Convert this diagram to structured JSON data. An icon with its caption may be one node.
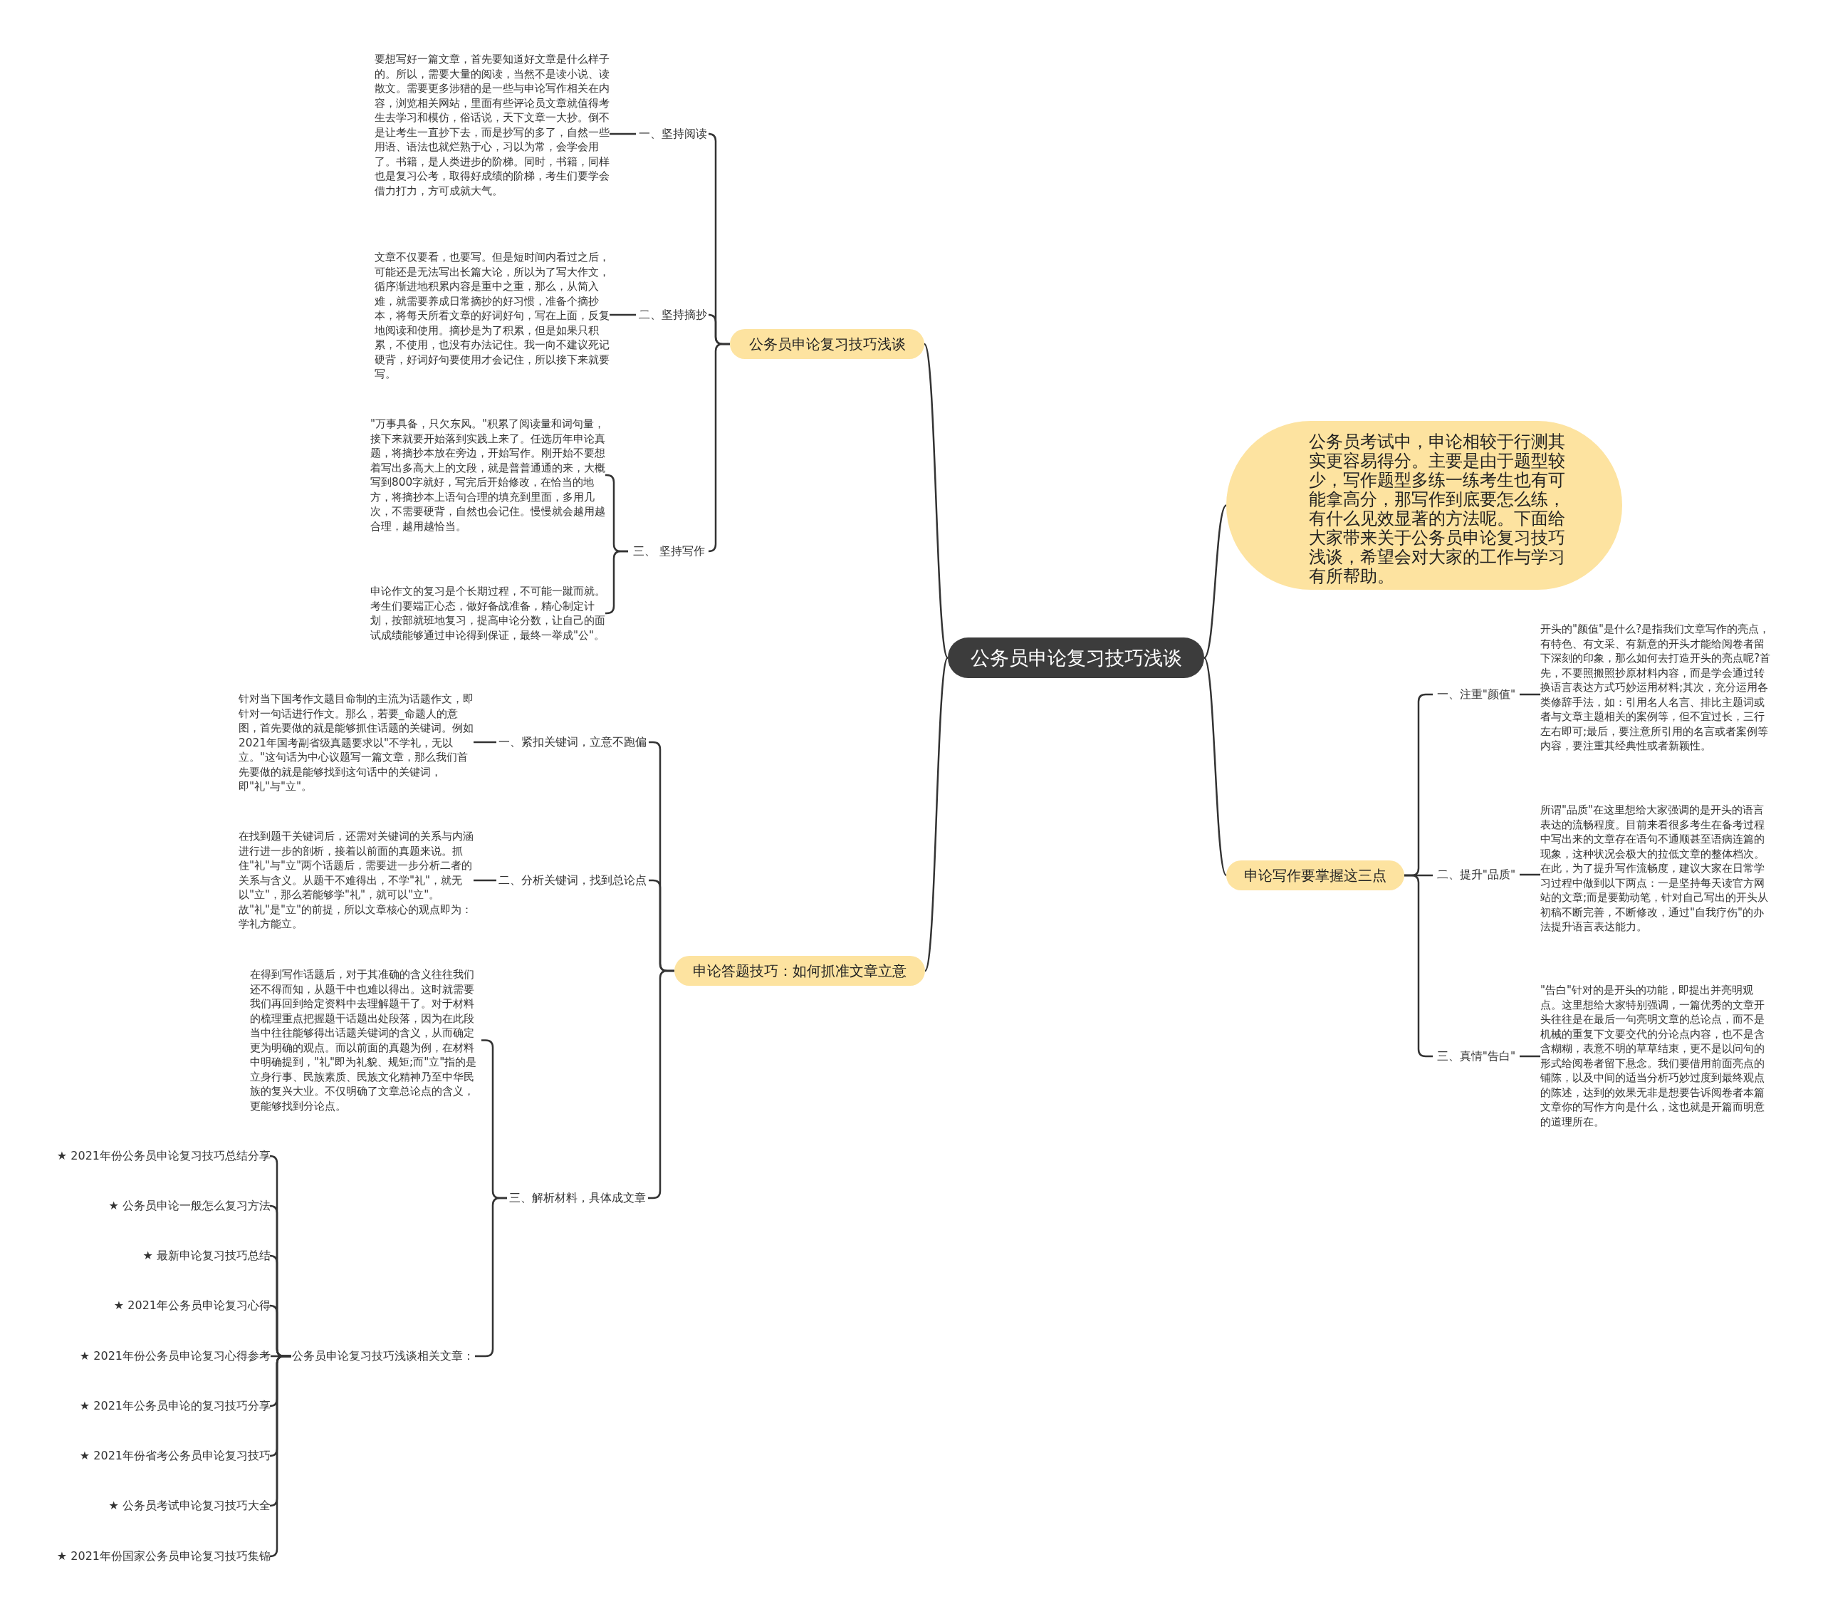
{
  "diagram": {
    "nodes": [
      {
        "text": [
          "公务员申论复习技巧浅谈"
        ]
      },
      {
        "text": [
          "公务员考试中，申论相较于行测其实更容易得分。主要是由于题型较少，写作题型多练一练考生也有可能拿高分，那写作到底要怎么练，有什么见效显著的方法呢。下面给大家带来关于公务员申论复习技巧浅谈，希望会对大家的工作与学习有所帮助。"
        ]
      },
      {
        "text": [
          "公务员申论复习技巧浅谈"
        ]
      },
      {
        "text": [
          "一、坚持阅读"
        ]
      },
      {
        "text": [
          "要想写好一篇文章，首先要知道好文章是什么样子的。所以，需要大量的阅读，当然不是读小说、读散文。需要更多涉猎的是一些与申论写作相关在内容，浏览相关网站，里面有些评论员文章就值得考生去学习和模仿，俗话说，天下文章一大抄。倒不是让考生一直抄下去，而是抄写的多了，自然一些用语、语法也就烂熟于心，习以为常，会学会用了。书籍，是人类进步的阶梯。同时，书籍，同样也是复习公考，取得好成绩的阶梯，考生们要学会借力打力，方可成就大气。"
        ]
      },
      {
        "text": [
          "二、坚持摘抄"
        ]
      },
      {
        "text": [
          "文章不仅要看，也要写。但是短时间内看过之后，可能还是无法写出长篇大论，所以为了写大作文，循序渐进地积累内容是重中之重，那么，从简入难，就需要养成日常摘抄的好习惯，准备个摘抄本，将每天所看文章的好词好句，写在上面，反复地阅读和使用。摘抄是为了积累，但是如果只积累，不使用，也没有办法记住。我一向不建议死记硬背，好词好句要使用才会记住，所以接下来就要写。"
        ]
      },
      {
        "text": [
          "三、 坚持写作"
        ]
      },
      {
        "text": [
          "\"万事具备，只欠东风。\"积累了阅读量和词句量，接下来就要开始落到实践上来了。任选历年申论真题，将摘抄本放在旁边，开始写作。刚开始不要想着写出多高大上的文段，就是普普通通的来，大概写到800字就好，写完后开始修改，在恰当的地方，将摘抄本上语句合理的填充到里面，多用几次，不需要硬背，自然也会记住。慢慢就会越用越合理，越用越恰当。"
        ]
      },
      {
        "text": [
          "申论作文的复习是个长期过程，不可能一蹴而就。考生们要端正心态，做好备战准备，精心制定计划，按部就班地复习，提高申论分数，让自己的面试成绩能够通过申论得到保证，最终一举成\"公\"。"
        ]
      },
      {
        "text": [
          "申论写作要掌握这三点"
        ]
      },
      {
        "text": [
          "一、注重\"颜值\""
        ]
      },
      {
        "text": [
          "开头的\"颜值\"是什么?是指我们文章写作的亮点，有特色、有文采、有新意的开头才能给阅卷者留下深刻的印象，那么如何去打造开头的亮点呢?首先，不要照搬照抄原材料内容，而是学会通过转换语言表达方式巧妙运用材料;其次，充分运用各类修辞手法，如：引用名人名言、排比主题词或者与文章主题相关的案例等，但不宜过长，三行左右即可;最后，要注意所引用的名言或者案例等内容，要注重其经典性或者新颖性。"
        ]
      },
      {
        "text": [
          "二、提升\"品质\""
        ]
      },
      {
        "text": [
          "所谓\"品质\"在这里想给大家强调的是开头的语言表达的流畅程度。目前来看很多考生在备考过程中写出来的文章存在语句不通顺甚至语病连篇的现象，这种状况会极大的拉低文章的整体档次。在此，为了提升写作流畅度，建议大家在日常学习过程中做到以下两点：一是坚持每天读官方网站的文章;而是要勤动笔，针对自己写出的开头从初稿不断完善，不断修改，通过\"自我疗伤\"的办法提升语言表达能力。"
        ]
      },
      {
        "text": [
          "三、真情\"告白\""
        ]
      },
      {
        "text": [
          "\"告白\"针对的是开头的功能，即提出并亮明观点。这里想给大家特别强调，一篇优秀的文章开头往往是在最后一句亮明文章的总论点，而不是机械的重复下文要交代的分论点内容，也不是含含糊糊，表意不明的草草结束，更不是以问句的形式给阅卷者留下悬念。我们要借用前面亮点的铺陈，以及中间的适当分析巧妙过度到最终观点的陈述，达到的效果无非是想要告诉阅卷者本篇文章你的写作方向是什么，这也就是开篇而明意的道理所在。"
        ]
      },
      {
        "text": [
          "申论答题技巧：如何抓准文章立意"
        ]
      },
      {
        "text": [
          "一、紧扣关键词，立意不跑偏"
        ]
      },
      {
        "text": [
          "针对当下国考作文题目命制的主流为话题作文，即针对一句话进行作文。那么，若要_命题人的意图，首先要做的就是能够抓住话题的关键词。例如2021年国考副省级真题要求以\"不学礼，无以立。\"这句话为中心议题写一篇文章，那么我们首先要做的就是能够找到这句话中的关键词，即\"礼\"与\"立\"。"
        ]
      },
      {
        "text": [
          "二、分析关键词，找到总论点"
        ]
      },
      {
        "text": [
          "在找到题干关键词后，还需对关键词的关系与内涵进行进一步的剖析，接着以前面的真题来说。抓住\"礼\"与\"立\"两个话题后，需要进一步分析二者的关系与含义。从题干不难得出，不学\"礼\"，就无以\"立\"，那么若能够学\"礼\"，就可以\"立\"。故\"礼\"是\"立\"的前提，所以文章核心的观点即为：学礼方能立。"
        ]
      },
      {
        "text": [
          "三、解析材料，具体成文章"
        ]
      },
      {
        "text": [
          "在得到写作话题后，对于其准确的含义往往我们还不得而知，从题干中也难以得出。这时就需要我们再回到给定资料中去理解题干了。对于材料的梳理重点把握题干话题出处段落，因为在此段当中往往能够得出话题关键词的含义，从而确定更为明确的观点。而以前面的真题为例，在材料中明确提到，\"礼\"即为礼貌、规矩;而\"立\"指的是立身行事、民族素质、民族文化精神乃至中华民族的复兴大业。不仅明确了文章总论点的含义，更能够找到分论点。"
        ]
      },
      {
        "text": [
          "公务员申论复习技巧浅谈相关文章："
        ]
      },
      {
        "text": [
          "★ 2021年份公务员申论复习技巧总结分享"
        ]
      },
      {
        "text": [
          "★ 公务员申论一般怎么复习方法"
        ]
      },
      {
        "text": [
          "★ 最新申论复习技巧总结"
        ]
      },
      {
        "text": [
          "★ 2021年公务员申论复习心得"
        ]
      },
      {
        "text": [
          "★ 2021年份公务员申论复习心得参考"
        ]
      },
      {
        "text": [
          "★ 2021年公务员申论的复习技巧分享"
        ]
      },
      {
        "text": [
          "★ 2021年份省考公务员申论复习技巧"
        ]
      },
      {
        "text": [
          "★ 公务员考试申论复习技巧大全"
        ]
      },
      {
        "text": [
          "★ 2021年份国家公务员申论复习技巧集锦"
        ]
      }
    ],
    "edges": [
      {
        "from": 0,
        "to": 1,
        "arrow": "none"
      },
      {
        "from": 0,
        "to": 2,
        "arrow": "none"
      },
      {
        "from": 0,
        "to": 10,
        "arrow": "none"
      },
      {
        "from": 0,
        "to": 17,
        "arrow": "none"
      },
      {
        "from": 2,
        "to": 3,
        "arrow": "none"
      },
      {
        "from": 2,
        "to": 5,
        "arrow": "none"
      },
      {
        "from": 2,
        "to": 7,
        "arrow": "none"
      },
      {
        "from": 3,
        "to": 4,
        "arrow": "none"
      },
      {
        "from": 5,
        "to": 6,
        "arrow": "none"
      },
      {
        "from": 7,
        "to": 8,
        "arrow": "none"
      },
      {
        "from": 7,
        "to": 9,
        "arrow": "none"
      },
      {
        "from": 10,
        "to": 11,
        "arrow": "none"
      },
      {
        "from": 10,
        "to": 13,
        "arrow": "none"
      },
      {
        "from": 10,
        "to": 15,
        "arrow": "none"
      },
      {
        "from": 11,
        "to": 12,
        "arrow": "none"
      },
      {
        "from": 13,
        "to": 14,
        "arrow": "none"
      },
      {
        "from": 15,
        "to": 16,
        "arrow": "none"
      },
      {
        "from": 17,
        "to": 18,
        "arrow": "none"
      },
      {
        "from": 17,
        "to": 20,
        "arrow": "none"
      },
      {
        "from": 17,
        "to": 22,
        "arrow": "none"
      },
      {
        "from": 18,
        "to": 19,
        "arrow": "none"
      },
      {
        "from": 20,
        "to": 21,
        "arrow": "none"
      },
      {
        "from": 22,
        "to": 23,
        "arrow": "none"
      },
      {
        "from": 22,
        "to": 24,
        "arrow": "none"
      },
      {
        "from": 24,
        "to": 25,
        "arrow": "none"
      },
      {
        "from": 24,
        "to": 26,
        "arrow": "none"
      },
      {
        "from": 24,
        "to": 27,
        "arrow": "none"
      },
      {
        "from": 24,
        "to": 28,
        "arrow": "none"
      },
      {
        "from": 24,
        "to": 29,
        "arrow": "none"
      },
      {
        "from": 24,
        "to": 30,
        "arrow": "none"
      },
      {
        "from": 24,
        "to": 31,
        "arrow": "none"
      },
      {
        "from": 24,
        "to": 32,
        "arrow": "none"
      },
      {
        "from": 24,
        "to": 33,
        "arrow": "none"
      }
    ]
  }
}
